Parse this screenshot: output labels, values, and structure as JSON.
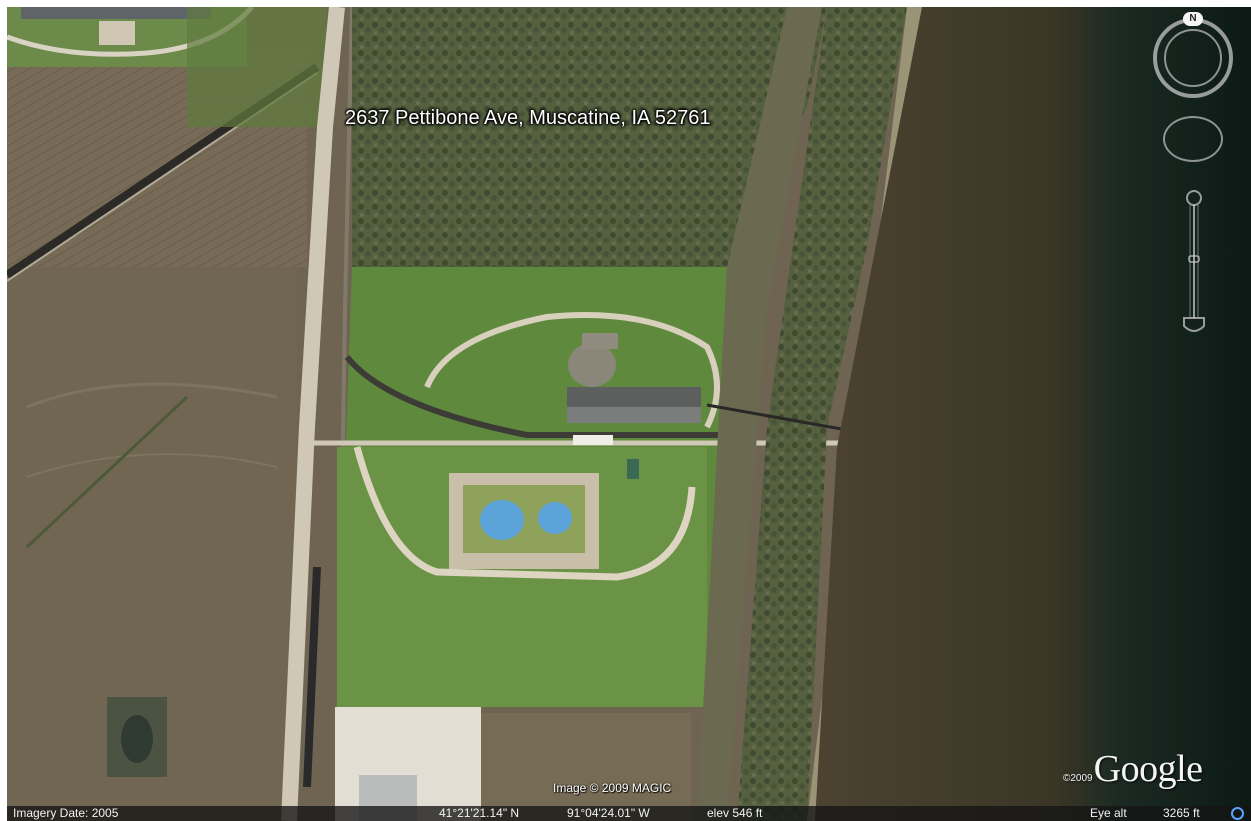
{
  "map": {
    "address": "2637 Pettibone Ave, Muscatine, IA 52761",
    "imagery_copyright": "Image © 2009 MAGIC",
    "logo": {
      "year": "©2009",
      "wordmark": "Google"
    }
  },
  "status_bar": {
    "imagery_date": "Imagery Date: 2005",
    "latitude": "41°21'21.14\" N",
    "longitude": "91°04'24.01\" W",
    "elevation": "elev  546 ft",
    "eye_alt_label": "Eye alt",
    "eye_alt_value": "3265 ft"
  },
  "navigation": {
    "north_label": "N"
  },
  "colors": {
    "river": "#4a4230",
    "field_brown": "#6f6451",
    "grass": "#5f8a3e",
    "forest": "#4e5a3a",
    "road": "#c9c2b2",
    "silo_blue": "#5aa2d8",
    "status_icon": "#5aa4ff"
  },
  "icons": {
    "status": "streaming-indicator-icon"
  }
}
